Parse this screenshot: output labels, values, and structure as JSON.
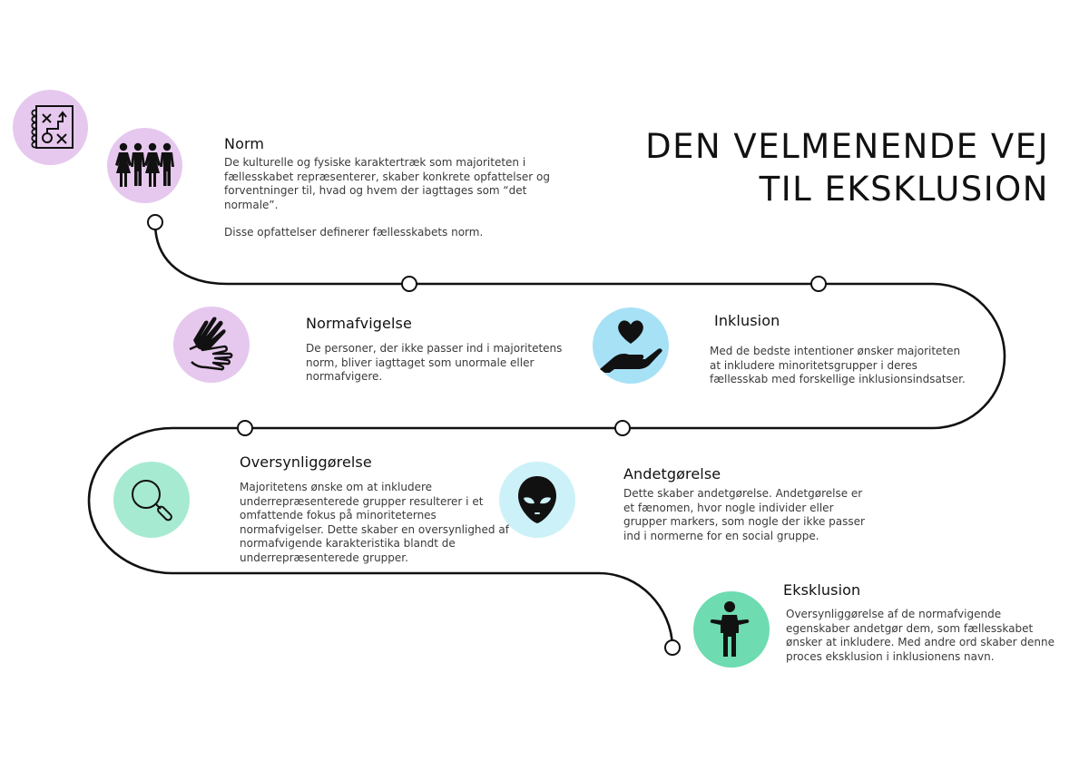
{
  "title": {
    "line1": "DEN VELMENENDE VEJ",
    "line2": "TIL EKSKLUSION"
  },
  "colors": {
    "purple": "#e6c8ee",
    "blue": "#a7e1f5",
    "light_cyan": "#cdf1f8",
    "mint": "#a7ead2",
    "green": "#6edbb0",
    "line": "#111111"
  },
  "logo": {
    "icon": "strategy-board-icon"
  },
  "steps": [
    {
      "id": "norm",
      "title": "Norm",
      "icon": "group-of-people-icon",
      "body": [
        "De kulturelle og fysiske karaktertræk som majoriteten i fællesskabet repræsenterer, skaber konkrete opfattelser og forventninger til, hvad og hvem der iagttages som “det normale”.",
        "Disse opfattelser definerer fællesskabets norm."
      ]
    },
    {
      "id": "normafvigelse",
      "title": "Normafvigelse",
      "icon": "sign-language-hands-icon",
      "body": [
        "De personer, der ikke passer ind i majoritetens norm, bliver iagttaget som unormale eller normafvigere."
      ]
    },
    {
      "id": "inklusion",
      "title": "Inklusion",
      "icon": "heart-in-hand-icon",
      "body": [
        "Med de bedste intentioner ønsker majoriteten at inkludere minoritetsgrupper i deres fællesskab med forskellige inklusionsindsatser."
      ]
    },
    {
      "id": "oversynliggorelse",
      "title": "Oversynliggørelse",
      "icon": "magnifying-glass-icon",
      "body": [
        "Majoritetens ønske om at inkludere underrepræsenterede grupper resulterer i et omfattende fokus på minoriteternes normafvigelser. Dette skaber en oversynlighed af normafvigende karakteristika blandt de underrepræsenterede grupper."
      ]
    },
    {
      "id": "andetgorelse",
      "title": "Andetgørelse",
      "icon": "alien-head-icon",
      "body": [
        "Dette skaber andetgørelse. Andetgørelse er et fænomen, hvor nogle individer eller grupper markers, som nogle der ikke passer ind i normerne for en social gruppe."
      ]
    },
    {
      "id": "eksklusion",
      "title": "Eksklusion",
      "icon": "shrugging-person-icon",
      "body": [
        "Oversynliggørelse af de normafvigende egenskaber andetgør dem, som fællesskabet ønsker at inkludere. Med andre ord skaber denne proces eksklusion i inklusionens navn."
      ]
    }
  ]
}
